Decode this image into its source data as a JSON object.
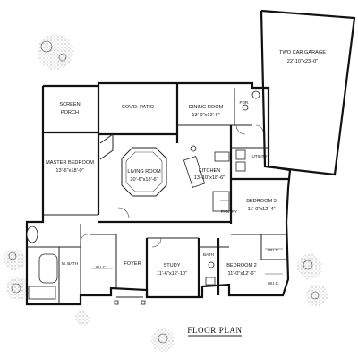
{
  "title": "FLOOR PLAN",
  "rooms": {
    "garage": {
      "name": "TWO CAR GARAGE",
      "size": "22'-10\"x23'-0\""
    },
    "screen_porch": {
      "line1": "SCREEN",
      "line2": "PORCH"
    },
    "patio": {
      "name": "COV'D. PATIO"
    },
    "dining": {
      "name": "DINING ROOM",
      "size": "13'-0\"x12'-6\""
    },
    "powder": {
      "name": "PDR."
    },
    "master": {
      "name": "MASTER BEDROOM",
      "size": "13'-6\"x18'-0\""
    },
    "living": {
      "name": "LIVING ROOM",
      "size": "20'-6\"x18'-6\""
    },
    "kitchen": {
      "name": "KITCHEN",
      "size": "13'-10\"x18'-6\""
    },
    "utility": {
      "name": "UTILITY"
    },
    "pantry": {
      "name": "PANTRY"
    },
    "bedroom3": {
      "name": "BEDROOM 3",
      "size": "11'-0\"x12'-4\""
    },
    "m_bath": {
      "name": "M. BATH"
    },
    "wic_master": {
      "name": "W.I.C."
    },
    "foyer": {
      "name": "FOYER"
    },
    "study": {
      "name": "STUDY",
      "size": "11'-6\"x12'-10\""
    },
    "bath": {
      "name": "BATH"
    },
    "bedroom2": {
      "name": "BEDROOM 2",
      "size": "11'-0\"x12'-6\""
    },
    "wic_2": {
      "name": "W.I.C."
    },
    "wic_3": {
      "name": "W.I.C."
    }
  }
}
